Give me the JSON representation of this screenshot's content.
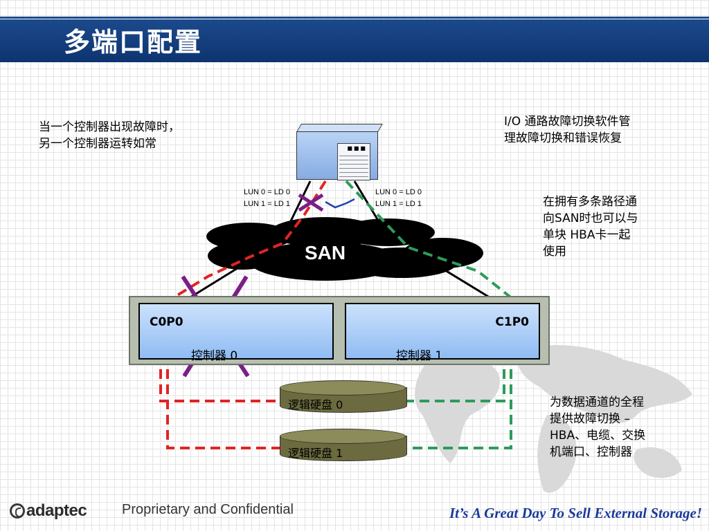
{
  "slide": {
    "title": "多端口配置"
  },
  "notes": {
    "controller_failover": [
      "当一个控制器出现故障时，",
      "另一个控制器运转如常"
    ],
    "io_software": [
      "I/O 通路故障切换软件管",
      "理故障切换和错误恢复"
    ],
    "multipath": [
      "在拥有多条路径通",
      "向SAN时也可以与",
      "单块 HBA卡一起",
      "使用"
    ],
    "full_path": [
      "为数据通道的全程",
      "提供故障切换 –",
      "HBA、电缆、交换",
      "机端口、控制器"
    ]
  },
  "diagram": {
    "lun_left": [
      "LUN 0 = LD 0",
      "LUN 1 = LD 1"
    ],
    "lun_right": [
      "LUN 0 = LD 0",
      "LUN 1 = LD 1"
    ],
    "san_label": "SAN",
    "controllers": [
      {
        "port": "C0P0",
        "name": "控制器 0"
      },
      {
        "port": "C1P0",
        "name": "控制器 1"
      }
    ],
    "disks": [
      {
        "name": "逻辑硬盘 0"
      },
      {
        "name": "逻辑硬盘 1"
      }
    ],
    "colors": {
      "path_red": "#e02424",
      "path_green": "#2e9a5a",
      "cross_purple": "#7a1f86",
      "link_blue": "#1f3fb0"
    }
  },
  "footer": {
    "logo_text": "adaptec",
    "confidential": "Proprietary and Confidential",
    "slogan": "It’s A Great Day To Sell External Storage!"
  }
}
